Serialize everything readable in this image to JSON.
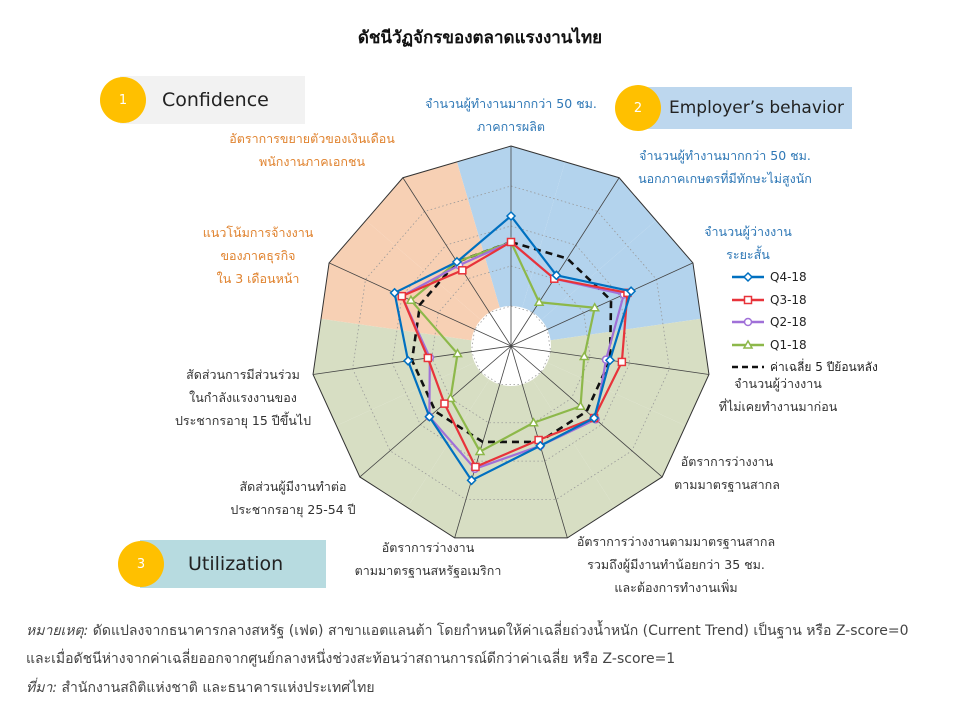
{
  "title": "ดัชนีวัฏจักรของตลาดแรงงานไทย",
  "colors": {
    "confidence_bg": "#f7d0b4",
    "behavior_bg": "#b3d3ed",
    "utilization_bg": "#d7dec3",
    "badge": "#ffc000"
  },
  "badges": [
    {
      "number": "1",
      "label": "Confidence",
      "bar_color": "#f2f2f2"
    },
    {
      "number": "2",
      "label": "Employer’s behavior",
      "bar_color": "#bdd7ee"
    },
    {
      "number": "3",
      "label": "Utilization",
      "bar_color": "#b7dbe0"
    }
  ],
  "chart_data": {
    "type": "radar",
    "title": "ดัชนีวัฏจักรของตลาดแรงงานไทย",
    "axes": [
      {
        "lines": [
          "จำนวนผู้ทำงานมากกว่า 50 ชม.",
          "ภาคการผลิต"
        ],
        "group": "behavior"
      },
      {
        "lines": [
          "จำนวนผู้ทำงานมากกว่า 50 ชม.",
          "นอกภาคเกษตรที่มีทักษะไม่สูงนัก"
        ],
        "group": "behavior"
      },
      {
        "lines": [
          "จำนวนผู้ว่างงาน",
          "ระยะสั้น"
        ],
        "group": "behavior"
      },
      {
        "lines": [
          "จำนวนผู้ว่างงาน",
          "ที่ไม่เคยทำงานมาก่อน"
        ],
        "group": "utilization"
      },
      {
        "lines": [
          "อัตราการว่างงาน",
          "ตามมาตรฐานสากล"
        ],
        "group": "utilization"
      },
      {
        "lines": [
          "อัตราการว่างงานตามมาตรฐานสากล",
          "รวมถึงผู้มีงานทำน้อยกว่า 35 ชม.",
          "และต้องการทำงานเพิ่ม"
        ],
        "group": "utilization"
      },
      {
        "lines": [
          "อัตราการว่างงาน",
          "ตามมาตรฐานสหรัฐอเมริกา"
        ],
        "group": "utilization"
      },
      {
        "lines": [
          "สัดส่วนผู้มีงานทำต่อ",
          "ประชากรอายุ 25-54 ปี"
        ],
        "group": "utilization"
      },
      {
        "lines": [
          "สัดส่วนการมีส่วนร่วม",
          "ในกำลังแรงงานของ",
          "ประชากรอายุ 15 ปีขึ้นไป"
        ],
        "group": "utilization"
      },
      {
        "lines": [
          "แนวโน้มการจ้างงาน",
          "ของภาคธุรกิจ",
          "ใน 3 เดือนหน้า"
        ],
        "group": "confidence"
      },
      {
        "lines": [
          "อัตราการขยายตัวของเงินเดือน",
          "พนักงานภาคเอกชน"
        ],
        "group": "confidence"
      }
    ],
    "rlim": [
      0,
      1
    ],
    "series": [
      {
        "name": "Q4-18",
        "color": "#0070c0",
        "marker": "diamond",
        "values": [
          0.65,
          0.42,
          0.66,
          0.5,
          0.55,
          0.52,
          0.7,
          0.54,
          0.52,
          0.64,
          0.5
        ]
      },
      {
        "name": "Q3-18",
        "color": "#e8333a",
        "marker": "square",
        "values": [
          0.52,
          0.4,
          0.64,
          0.56,
          0.55,
          0.49,
          0.63,
          0.44,
          0.42,
          0.6,
          0.45
        ]
      },
      {
        "name": "Q2-18",
        "color": "#a070d8",
        "marker": "circle",
        "values": [
          0.52,
          0.4,
          0.62,
          0.48,
          0.56,
          0.52,
          0.64,
          0.54,
          0.41,
          0.6,
          0.48
        ]
      },
      {
        "name": "Q1-18",
        "color": "#8db84a",
        "marker": "triangle",
        "values": [
          0.52,
          0.26,
          0.46,
          0.37,
          0.46,
          0.4,
          0.55,
          0.4,
          0.27,
          0.55,
          0.5
        ]
      },
      {
        "name": "ค่าเฉลี่ย 5 ปีย้อนหลัง",
        "color": "#111111",
        "marker": "none",
        "dashed": true,
        "values": [
          0.52,
          0.52,
          0.55,
          0.5,
          0.5,
          0.5,
          0.5,
          0.5,
          0.5,
          0.5,
          0.5
        ]
      }
    ]
  },
  "notes": {
    "note_label": "หมายเหตุ:",
    "note_line1": " ดัดแปลงจากธนาคารกลางสหรัฐ (เฟด) สาขาแอตแลนต้า โดยกำหนดให้ค่าเฉลี่ยถ่วงน้ำหนัก (Current Trend) เป็นฐาน หรือ Z-score=0",
    "note_line2": "และเมื่อดัชนีห่างจากค่าเฉลี่ยออกจากศูนย์กลางหนึ่งช่วงสะท้อนว่าสถานการณ์ดีกว่าค่าเฉลี่ย  หรือ Z-score=1",
    "source_label": "ที่มา:",
    "source_text": " สำนักงานสถิติแห่งชาติ และธนาคารแห่งประเทศไทย"
  }
}
